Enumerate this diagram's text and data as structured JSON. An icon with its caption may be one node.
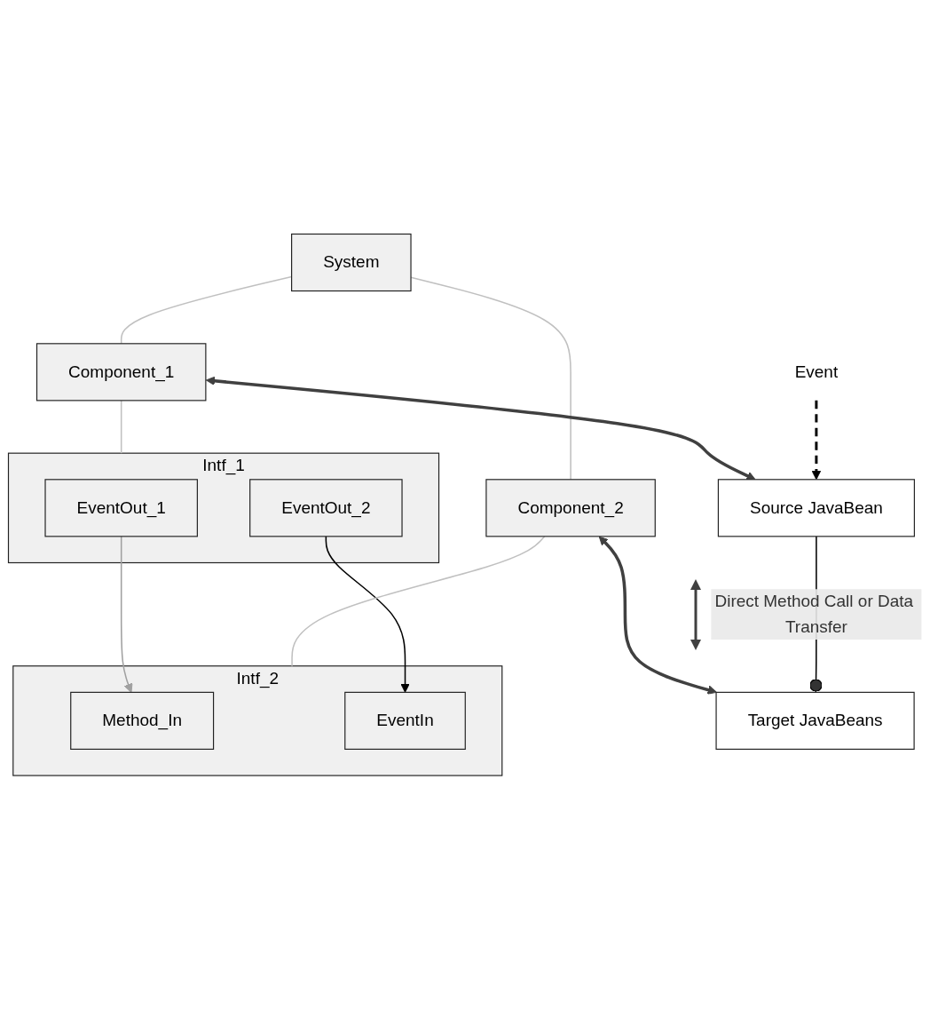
{
  "diagram": {
    "nodes": [
      {
        "text": [
          "System"
        ]
      },
      {
        "text": [
          "Component_1"
        ]
      },
      {
        "text": [
          "Component_2"
        ]
      },
      {
        "text": [
          "Intf_1"
        ]
      },
      {
        "text": [
          "EventOut_1"
        ],
        "in": 3
      },
      {
        "text": [
          "EventOut_2"
        ],
        "in": 3
      },
      {
        "text": [
          "Intf_2"
        ]
      },
      {
        "text": [
          "Method_In"
        ],
        "in": 6
      },
      {
        "text": [
          "EventIn"
        ],
        "in": 6
      },
      {
        "text": [
          "Event"
        ]
      },
      {
        "text": [
          "Source JavaBean"
        ]
      },
      {
        "text": [
          "Target JavaBeans"
        ]
      }
    ],
    "edges": [
      {
        "from": 0,
        "to": 1,
        "arrow": "none",
        "color": "#c0c0c0"
      },
      {
        "from": 0,
        "to": 2,
        "arrow": "none",
        "color": "#c0c0c0"
      },
      {
        "from": 1,
        "to": 3,
        "arrow": "none",
        "color": "#c0c0c0"
      },
      {
        "from": 2,
        "to": 6,
        "arrow": "none",
        "color": "#c0c0c0"
      },
      {
        "from": 4,
        "to": 7,
        "arrow": "to",
        "color": "#a0a0a0"
      },
      {
        "from": 5,
        "to": 8,
        "arrow": "to",
        "color": "#000000"
      },
      {
        "from": 1,
        "to": 10,
        "arrow": "both",
        "style": "thick",
        "color": "#404040"
      },
      {
        "from": 2,
        "to": 11,
        "arrow": "both",
        "style": "thick",
        "color": "#404040"
      },
      {
        "from": 9,
        "to": 10,
        "arrow": "to",
        "style": "dashed",
        "color": "#000000"
      },
      {
        "from": 10,
        "to": 11,
        "arrow": "other",
        "label": "Direct Method Call or Data Transfer",
        "color": "#000000"
      }
    ]
  }
}
